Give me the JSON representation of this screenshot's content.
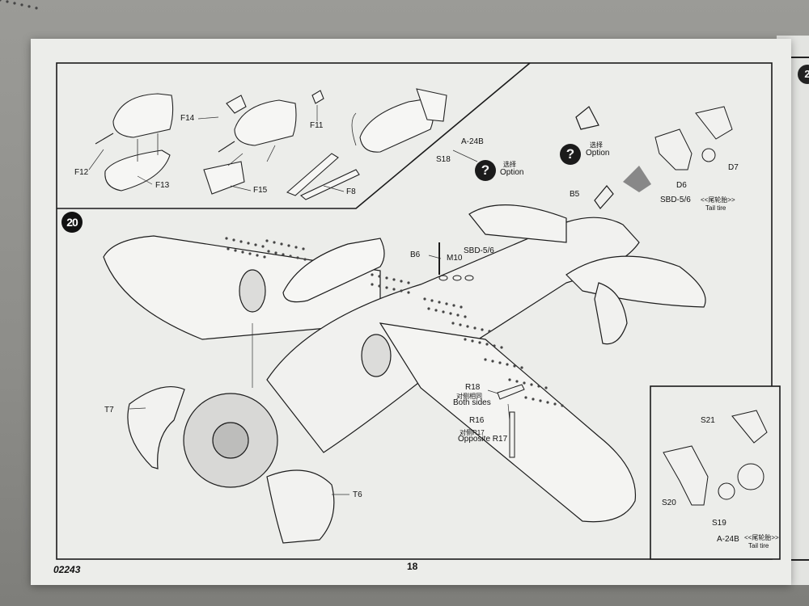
{
  "document": {
    "product_code": "02243",
    "page_number": "18",
    "next_page_step_fragment": "2"
  },
  "top_panel": {
    "labels": {
      "f12": "F12",
      "f13": "F13",
      "f14": "F14",
      "f11": "F11",
      "f15": "F15",
      "f8": "F8"
    }
  },
  "step20": {
    "step_number": "20",
    "labels": {
      "a24b": "A-24B",
      "s18": "S18",
      "option_cn_1": "选择",
      "option_1": "Option",
      "option_cn_2": "选择",
      "option_2": "Option",
      "question_1": "?",
      "question_2": "?",
      "b5": "B5",
      "b6": "B6",
      "m10": "M10",
      "sbd56": "SBD-5/6",
      "r18": "R18",
      "both_sides_cn": "对侧相同",
      "both_sides": "Both sides",
      "r16": "R16",
      "opposite_cn": "对侧R17",
      "opposite": "Opposite R17",
      "t7": "T7",
      "t6": "T6"
    }
  },
  "inset_sbd": {
    "d6": "D6",
    "d7": "D7",
    "variant": "SBD-5/6",
    "tail_tire_cn": "<<尾轮胎>>",
    "tail_tire": "Tail tire"
  },
  "inset_a24b": {
    "s21": "S21",
    "s20": "S20",
    "s19": "S19",
    "variant": "A-24B",
    "tail_tire_cn": "<<尾轮胎>>",
    "tail_tire": "Tail tire"
  }
}
